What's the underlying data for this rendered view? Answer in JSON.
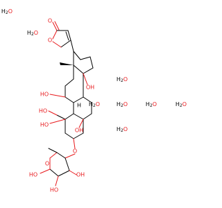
{
  "colors": {
    "oxygen": "#e8191c",
    "carbon_bond": "#000000",
    "background": "#ffffff"
  },
  "waters": [
    {
      "h": "H",
      "sub": "2",
      "o": "O"
    },
    {
      "h": "H",
      "sub": "2",
      "o": "O"
    },
    {
      "h": "H",
      "sub": "2",
      "o": "O"
    },
    {
      "h": "H",
      "sub": "2",
      "o": "O"
    },
    {
      "h": "H",
      "sub": "2",
      "o": "O"
    },
    {
      "h": "H",
      "sub": "2",
      "o": "O"
    },
    {
      "h": "H",
      "sub": "2",
      "o": "O"
    },
    {
      "h": "H",
      "sub": "2",
      "o": "O"
    }
  ],
  "atoms": {
    "lactone_carbonyl_o": "O",
    "lactone_ring_o": "O",
    "c14_oh": "OH",
    "c11_oh": "HO",
    "c19_oh": "HO",
    "c1_oh": "HO",
    "c5_oh": "OH",
    "glycosidic_o": "O",
    "sugar_ring_o": "O",
    "sugar_oh_2": "OH",
    "sugar_oh_3": "HO",
    "sugar_oh_4": "HO",
    "h_label": "H"
  }
}
